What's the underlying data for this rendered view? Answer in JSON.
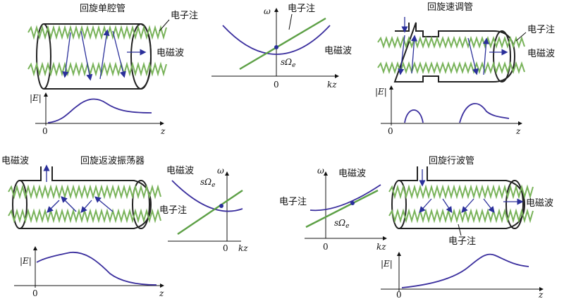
{
  "panels": {
    "gyro_monotron": {
      "title": "回旋单腔管",
      "beam": "电子注",
      "wave": "电磁波",
      "field_axis": "|E|",
      "z": "z",
      "zero": "0"
    },
    "dispersion_top": {
      "omega": "ω",
      "beam": "电子注",
      "wave": "电磁波",
      "cyclotron_s": "sΩ",
      "cyclotron_sub": "e",
      "kz": "kz",
      "zero": "0"
    },
    "gyroklystron": {
      "title": "回旋速调管",
      "beam": "电子注",
      "wave": "电磁波",
      "field_axis": "|E|",
      "z": "z",
      "zero": "0"
    },
    "gyro_bwo": {
      "title": "回旋返波振荡器",
      "wave": "电磁波",
      "field_axis": "|E|",
      "z": "z",
      "zero": "0"
    },
    "dispersion_bwo": {
      "omega": "ω",
      "wave": "电磁波",
      "beam": "电子注",
      "cyclotron_s": "sΩ",
      "cyclotron_sub": "e",
      "kz": "kz",
      "zero": "0"
    },
    "dispersion_twt": {
      "omega": "ω",
      "wave": "电磁波",
      "beam": "电子注",
      "cyclotron_s": "sΩ",
      "cyclotron_sub": "e",
      "kz": "kz",
      "zero": "0"
    },
    "gyro_twt": {
      "title": "回旋行波管",
      "wave": "电磁波",
      "beam": "电子注",
      "field_axis": "|E|",
      "z": "z",
      "zero": "0"
    }
  },
  "colors": {
    "beam_green": "#79b35a",
    "curve_blue": "#3b2f9e",
    "arrow_blue": "#2a2f9a"
  }
}
